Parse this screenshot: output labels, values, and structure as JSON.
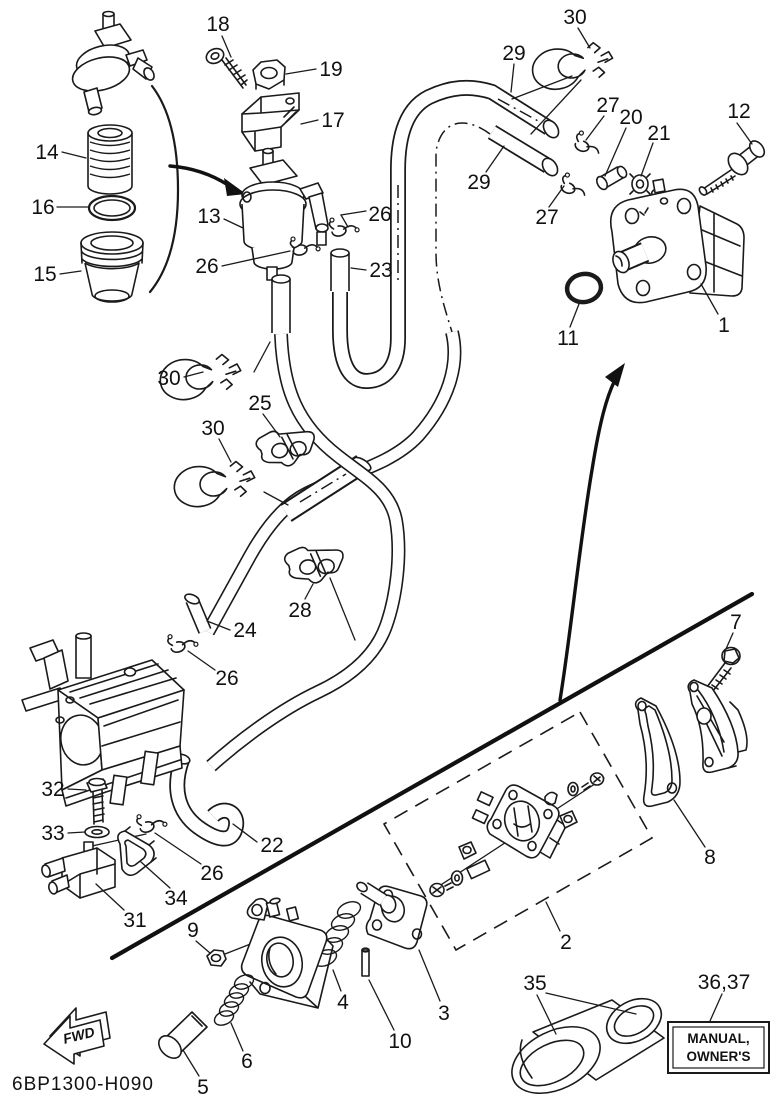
{
  "diagram": {
    "background": "#ffffff",
    "line_color": "#1a1a1a",
    "drawing_code": "6BP1300-H090",
    "fwd_label": "FWD",
    "manual_box": {
      "line1": "MANUAL,",
      "line2": "OWNER'S"
    },
    "callouts": [
      {
        "text": "18"
      },
      {
        "text": "19"
      },
      {
        "text": "17"
      },
      {
        "text": "30"
      },
      {
        "text": "29"
      },
      {
        "text": "27"
      },
      {
        "text": "20"
      },
      {
        "text": "21"
      },
      {
        "text": "12"
      },
      {
        "text": "29"
      },
      {
        "text": "14"
      },
      {
        "text": "16"
      },
      {
        "text": "13"
      },
      {
        "text": "26"
      },
      {
        "text": "15"
      },
      {
        "text": "26"
      },
      {
        "text": "23"
      },
      {
        "text": "27"
      },
      {
        "text": "11"
      },
      {
        "text": "1"
      },
      {
        "text": "30"
      },
      {
        "text": "25"
      },
      {
        "text": "30"
      },
      {
        "text": "28"
      },
      {
        "text": "24"
      },
      {
        "text": "26"
      },
      {
        "text": "7"
      },
      {
        "text": "32"
      },
      {
        "text": "33"
      },
      {
        "text": "8"
      },
      {
        "text": "22"
      },
      {
        "text": "26"
      },
      {
        "text": "34"
      },
      {
        "text": "31"
      },
      {
        "text": "9"
      },
      {
        "text": "2"
      },
      {
        "text": "4"
      },
      {
        "text": "3"
      },
      {
        "text": "10"
      },
      {
        "text": "35"
      },
      {
        "text": "36,37"
      },
      {
        "text": "6"
      },
      {
        "text": "5"
      }
    ]
  }
}
